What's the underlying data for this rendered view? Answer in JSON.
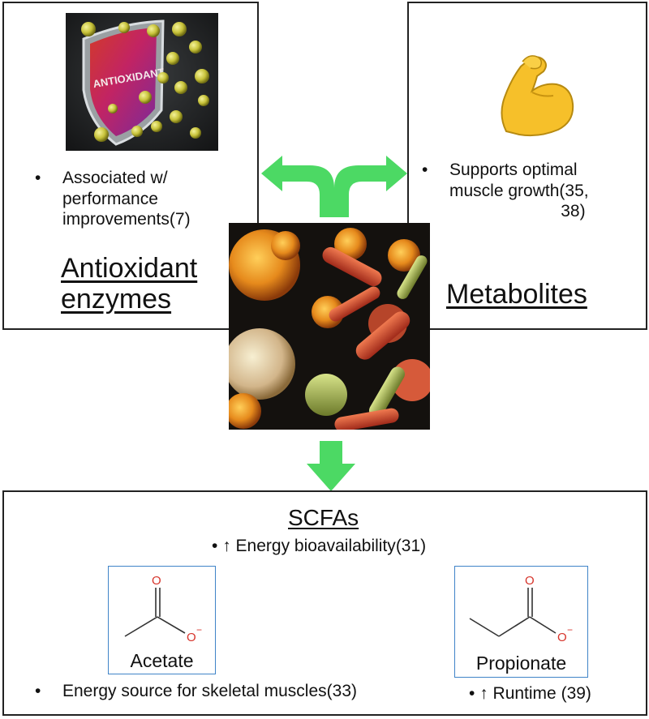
{
  "antioxidant": {
    "shield_text": "ANTIOXIDANT",
    "bullet": "Associated w/ performance improvements",
    "bullet_line1": "Associated w/",
    "bullet_line2": "performance",
    "bullet_line3": "improvements",
    "ref": "(7)",
    "heading_line1": "Antioxidant",
    "heading_line2": "enzymes"
  },
  "metabolites": {
    "icon": "flexed-biceps-icon",
    "bullet_line1": "Supports optimal",
    "bullet_line2": "muscle growth",
    "ref_line1": "(35,",
    "ref_line2": "38)",
    "heading": "Metabolites"
  },
  "scfas": {
    "heading": "SCFAs",
    "bullet_energy": "Energy bioavailability",
    "ref_energy": "(31)",
    "acetate_label": "Acetate",
    "propionate_label": "Propionate",
    "bullet_skeletal": "Energy source for skeletal muscles",
    "ref_skeletal": "(33)",
    "bullet_runtime": "Runtime",
    "ref_runtime": "(39)",
    "atom_o": "O",
    "atom_o_minus": "O",
    "charge": "−"
  },
  "colors": {
    "arrow_green": "#4cd964",
    "molecule_box_border": "#3f84c8",
    "oxygen_red": "#d6332a"
  }
}
